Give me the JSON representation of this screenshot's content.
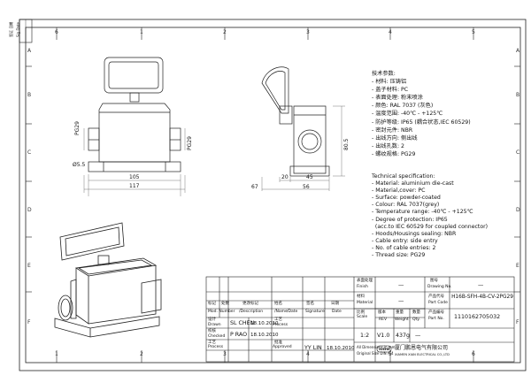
{
  "grid_top": [
    "1",
    "2",
    "3",
    "4",
    "5",
    "6"
  ],
  "grid_bottom": [
    "1",
    "2",
    "3",
    "4",
    "5",
    "6"
  ],
  "grid_left": [
    "A",
    "B",
    "C",
    "D",
    "E",
    "F"
  ],
  "grid_right": [
    "A",
    "B",
    "C",
    "D",
    "E",
    "F"
  ],
  "stamp": {
    "line1": "签证 日期",
    "line2": "Sig Date"
  },
  "dims": {
    "pg29_left": "PG29",
    "hole": "Ø5.5",
    "pg29_mid": "PG29",
    "d105": "105",
    "d117": "117",
    "d67": "67",
    "d20": "20",
    "d45": "45",
    "d56": "56",
    "d805": "80.5"
  },
  "spec_cn": [
    "技术参数:",
    "- 材料: 压铸铝",
    "- 盖子材料: PC",
    "- 表面处理: 粉末喷涂",
    "- 颜色: RAL 7037 (灰色)",
    "- 温度范围: -40℃ - +125℃",
    "- 防护等级: IP65 (耦合状态,IEC 60529)",
    "- 密封元件: NBR",
    "- 出线方向: 侧出线",
    "- 出线孔数: 2",
    "- 螺纹规格: PG29"
  ],
  "spec_en": [
    "Technical specification:",
    "- Material: aluminium die-cast",
    "- Material,cover: PC",
    "- Surface: powder-coated",
    "- Colour: RAL 7037(grey)",
    "- Temperature range: -40℃ - +125℃",
    "- Degree of protection: IP65",
    "  (acc.to IEC 60529 for coupled connector)",
    "- Hoods/Housings sealing: NBR",
    "- Cable entry: side entry",
    "- No. of cable entries: 2",
    "- Thread size: PG29"
  ],
  "title_block": {
    "rev_mark": "标记",
    "rev_qty": "处数",
    "rev_desc_cn": "更改标记",
    "rev_desc_en": "/Description",
    "rev_name_cn": "姓名",
    "rev_date_cn": "日期",
    "mod_number": "Mod. Number",
    "name_label": "/Name",
    "date_label": "/Date",
    "signature_cn": "签名",
    "signature_en": "Signature",
    "date_cn": "日期",
    "date_en": "Date",
    "drawn_cn": "设计",
    "drawn_en": "Drawn",
    "drawn_name": "SL  CHEN",
    "drawn_date": "18.10.2010",
    "checked_cn": "校核",
    "checked_en": "Checked",
    "checked_name": "P  RAO",
    "checked_date": "18.10.2010",
    "process_cn": "工艺",
    "process_en": "Process",
    "approved_cn": "批准",
    "approved_en": "Approved",
    "approved_name": "YY  LIN",
    "approved_date": "18.10.2010",
    "sheet_cn": "张数",
    "sheet_en": "Sheet",
    "finish_cn": "表面处理",
    "finish_en": "Finish",
    "finish_val": "—",
    "material_cn": "材料",
    "material_en": "Material",
    "material_val": "—",
    "scale_cn": "比例",
    "scale_en": "Scale",
    "scale_val": "1:2",
    "rev_cn": "版本",
    "rev_en": "REV",
    "rev_val": "V1.0",
    "weight_cn": "重量",
    "weight_en": "Weight",
    "weight_val": "437g",
    "qty_cn": "数量",
    "qty_en": "Qty.",
    "qty_val": "—",
    "drawing_no_cn": "图号",
    "drawing_no_en": "Drawing No.",
    "drawing_no_val": "—",
    "part_code_cn": "产品代号",
    "part_code_en": "Part Code",
    "part_code_val": "H16B-SFH-4B-CV-2PG29",
    "part_no_cn": "产品编号",
    "part_no_en": "Part No.",
    "part_no_val": "1110162705032",
    "dims_note_1": "All Dimensions in mm",
    "dims_note_2": "Original Size DIN A 4",
    "logo": "XIEHE",
    "company_cn": "厦门鹏恩电气有限公司",
    "company_en": "XIAMEN XIAN ELECTRICAL CO.,LTD"
  }
}
